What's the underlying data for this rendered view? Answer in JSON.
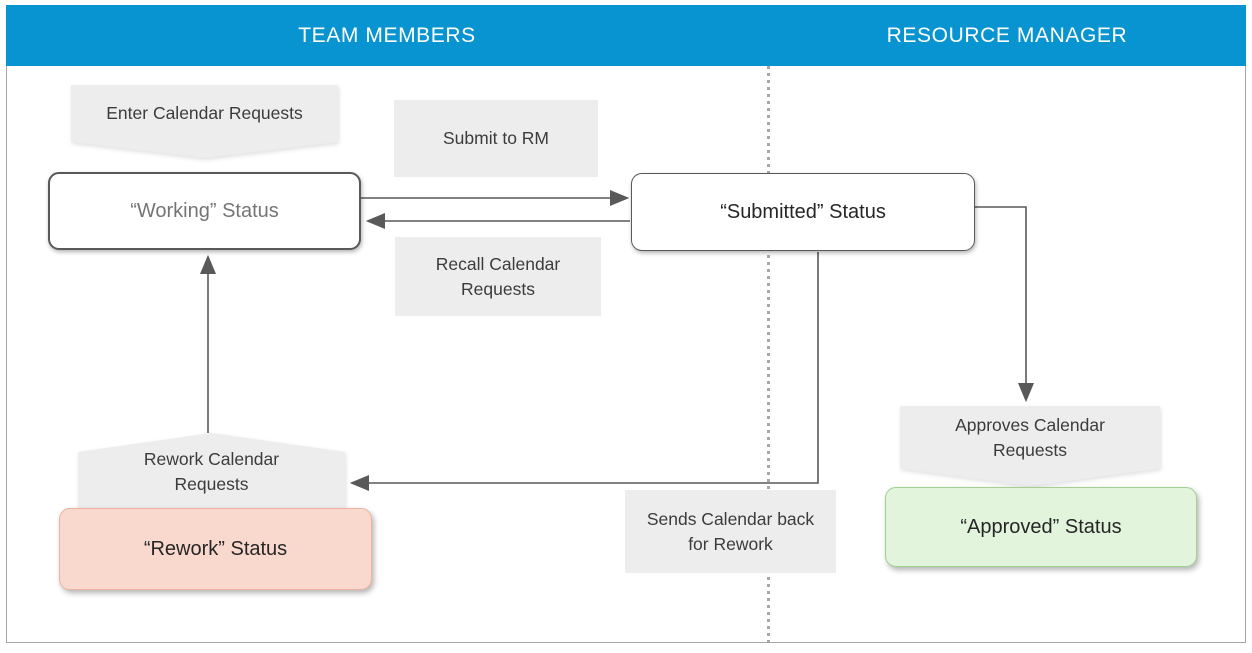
{
  "header": {
    "lanes": [
      {
        "label": "TEAM MEMBERS"
      },
      {
        "label": "RESOURCE MANAGER"
      }
    ]
  },
  "colors": {
    "header_bg": "#0894d1",
    "frame_border": "#a6a6a6",
    "divider_color": "#a8a8a8",
    "action_bg": "#ededed",
    "action_text": "#3c3c3c",
    "box_border": "#595959",
    "working_text": "#757575",
    "status_text": "#262626",
    "rework_bg": "#f9d9cd",
    "rework_border": "#eeb2a0",
    "approved_bg": "#e3f4dd",
    "approved_border": "#9fd290",
    "arrow_color": "#595959"
  },
  "diagram": {
    "actions": {
      "enter": "Enter Calendar Requests",
      "submit": "Submit to RM",
      "recall": "Recall Calendar Requests",
      "rework": "Rework Calendar Requests",
      "sends_back": "Sends Calendar back for Rework",
      "approves": "Approves Calendar Requests"
    },
    "states": {
      "working": "“Working” Status",
      "submitted": "“Submitted” Status",
      "rework": "“Rework” Status",
      "approved": "“Approved” Status"
    }
  }
}
